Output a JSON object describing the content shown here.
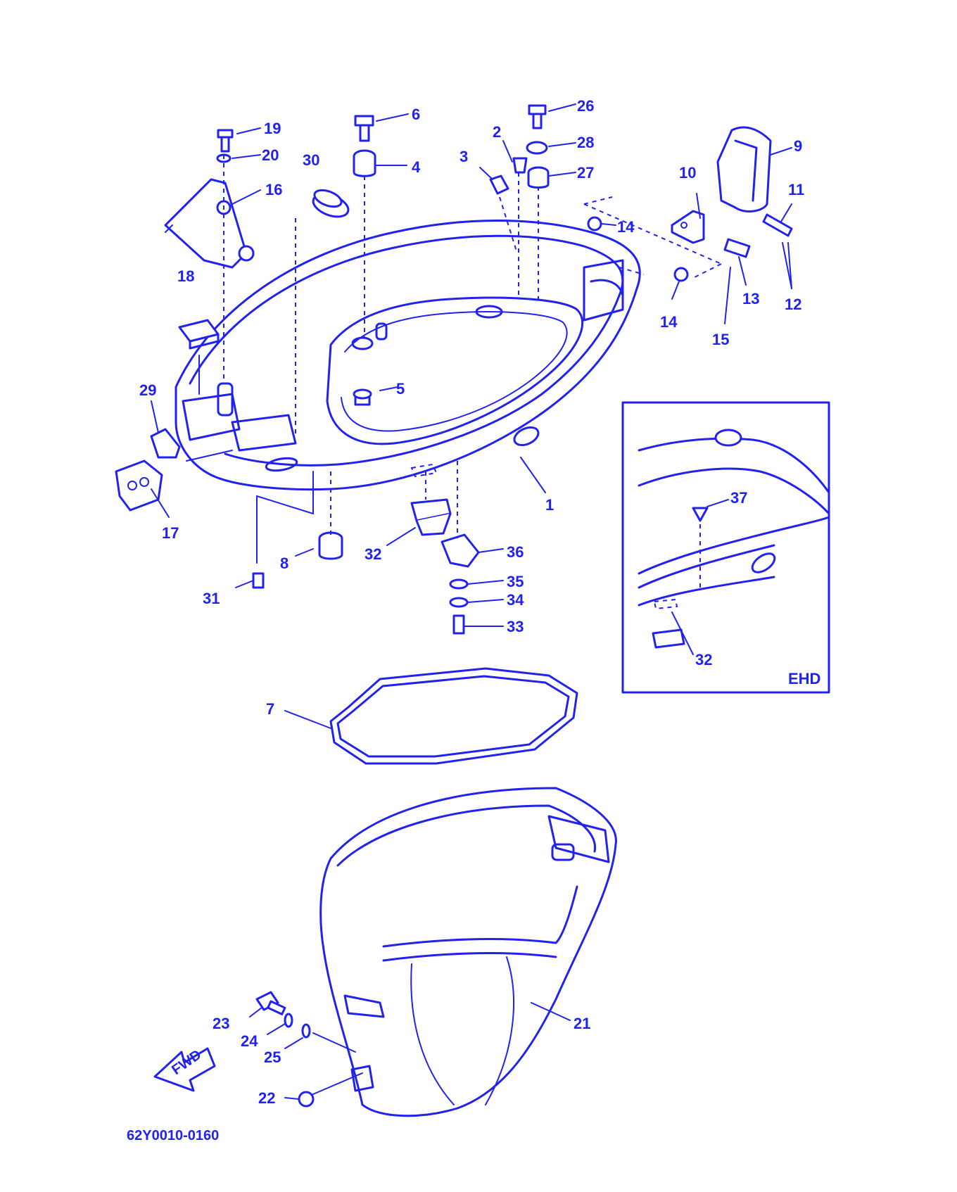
{
  "diagram": {
    "colors": {
      "line": "#2222ee",
      "background": "#ffffff"
    },
    "callouts": [
      "1",
      "2",
      "3",
      "4",
      "5",
      "6",
      "7",
      "8",
      "9",
      "10",
      "11",
      "12",
      "13",
      "14",
      "14",
      "15",
      "16",
      "17",
      "18",
      "19",
      "20",
      "21",
      "22",
      "23",
      "24",
      "25",
      "26",
      "27",
      "28",
      "29",
      "30",
      "31",
      "32",
      "33",
      "34",
      "35",
      "36",
      "32",
      "37"
    ],
    "inset_label": "EHD",
    "fwd_arrow_label": "FWD",
    "drawing_code": "62Y0010-0160"
  }
}
